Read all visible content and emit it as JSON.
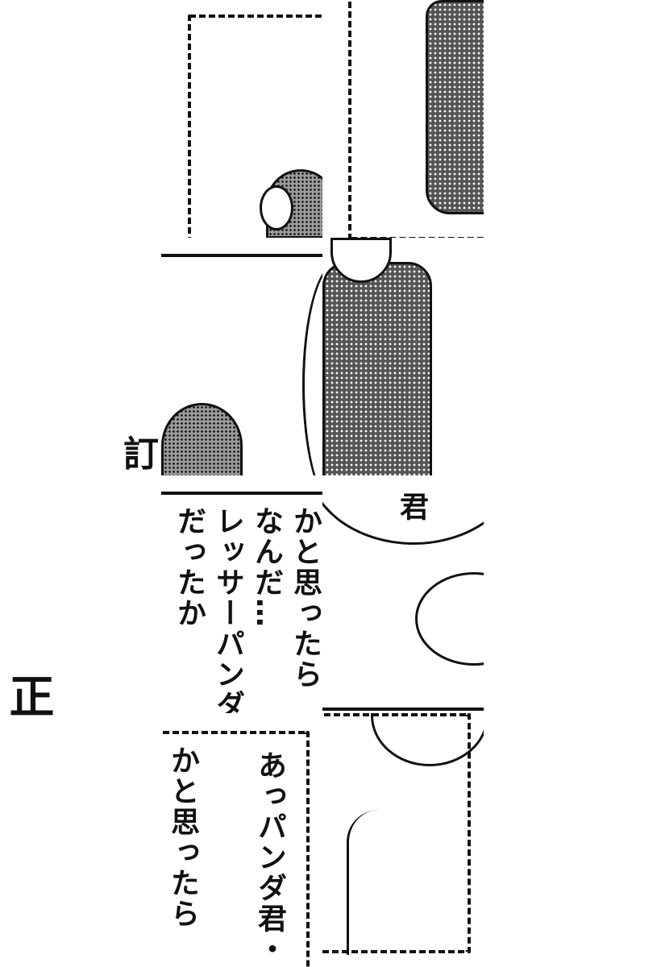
{
  "manga": {
    "bubble_top": "君",
    "line1": "なんだ…",
    "line2": "レッサーパンダ",
    "line3": "だったか",
    "line_cut_top": "かと思ったら",
    "line_exclaim": "あっパンダ君・",
    "line_cut_bottom": "かと思ったら",
    "left_char_a": "訂",
    "left_char_b": "正"
  }
}
